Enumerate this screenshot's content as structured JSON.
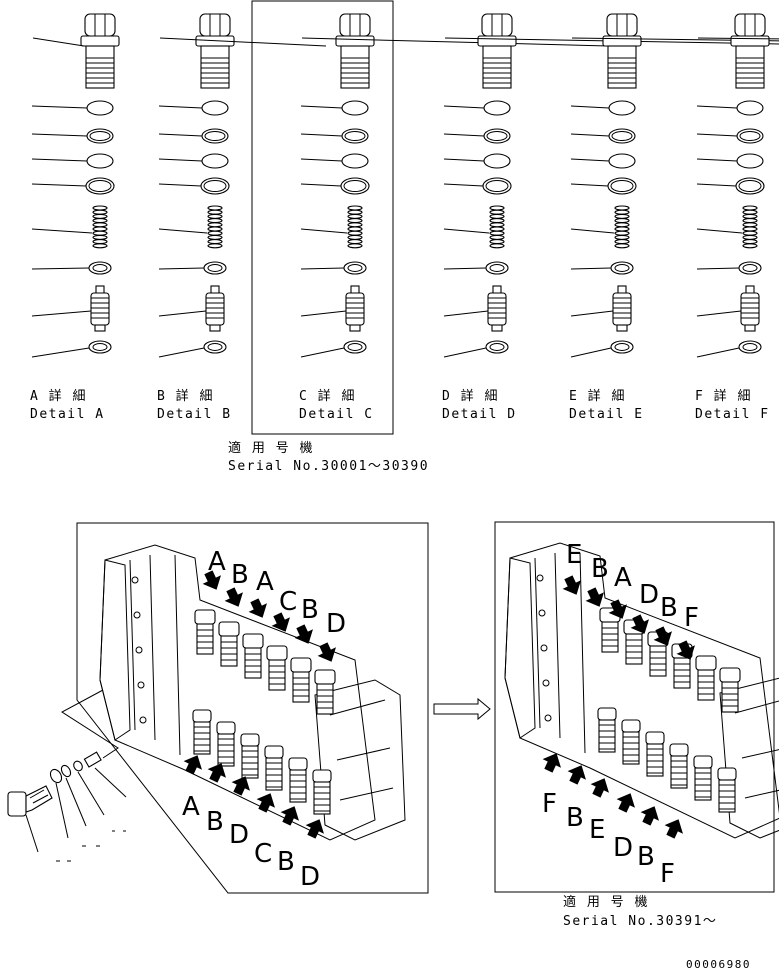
{
  "details": [
    {
      "jp": "A 詳 細",
      "en": "Detail A"
    },
    {
      "jp": "B 詳 細",
      "en": "Detail B"
    },
    {
      "jp": "C 詳 細",
      "en": "Detail C"
    },
    {
      "jp": "D 詳 細",
      "en": "Detail D"
    },
    {
      "jp": "E 詳 細",
      "en": "Detail E"
    },
    {
      "jp": "F 詳 細",
      "en": "Detail F"
    }
  ],
  "serial_top": {
    "jp": "適 用 号 機",
    "en": "Serial No.30001～30390"
  },
  "serial_bottom": {
    "jp": "適 用 号 機",
    "en": "Serial No.30391～"
  },
  "left_view": {
    "top_letters": [
      "A",
      "B",
      "A",
      "C",
      "B",
      "D"
    ],
    "bottom_letters": [
      "A",
      "B",
      "D",
      "C",
      "B",
      "D"
    ]
  },
  "right_view": {
    "top_letters": [
      "E",
      "B",
      "A",
      "D",
      "B",
      "F"
    ],
    "bottom_letters": [
      "F",
      "B",
      "E",
      "D",
      "B",
      "F"
    ]
  },
  "figure_number": "00006980"
}
